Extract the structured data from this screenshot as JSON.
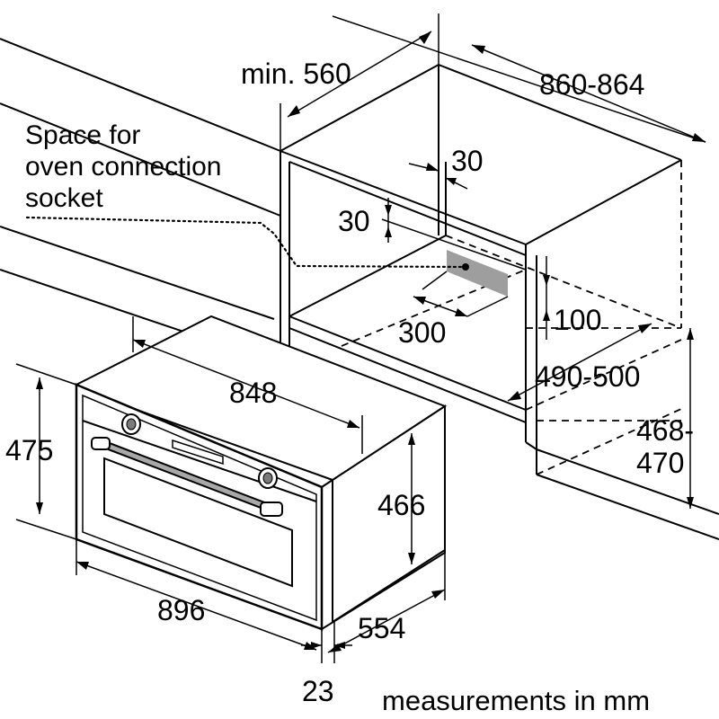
{
  "labels": {
    "min_width": "min. 560",
    "cabinet_width": "860-864",
    "socket_note_line1": "Space for",
    "socket_note_line2": "oven connection",
    "socket_note_line3": "socket",
    "gap_top": "30",
    "gap_side": "30",
    "socket_width": "300",
    "socket_offset": "100",
    "cabinet_depth": "490-500",
    "cabinet_height_line1": "468-",
    "cabinet_height_line2": "470",
    "oven_depth_top": "848",
    "oven_front_height": "475",
    "oven_body_height": "466",
    "oven_front_width": "896",
    "oven_body_depth": "554",
    "front_panel_thickness": "23",
    "units_caption": "measurements in mm"
  },
  "colors": {
    "line": "#000000",
    "socket_area": "#9e9e9e",
    "handle": "#a8a8a8",
    "background": "#ffffff"
  }
}
